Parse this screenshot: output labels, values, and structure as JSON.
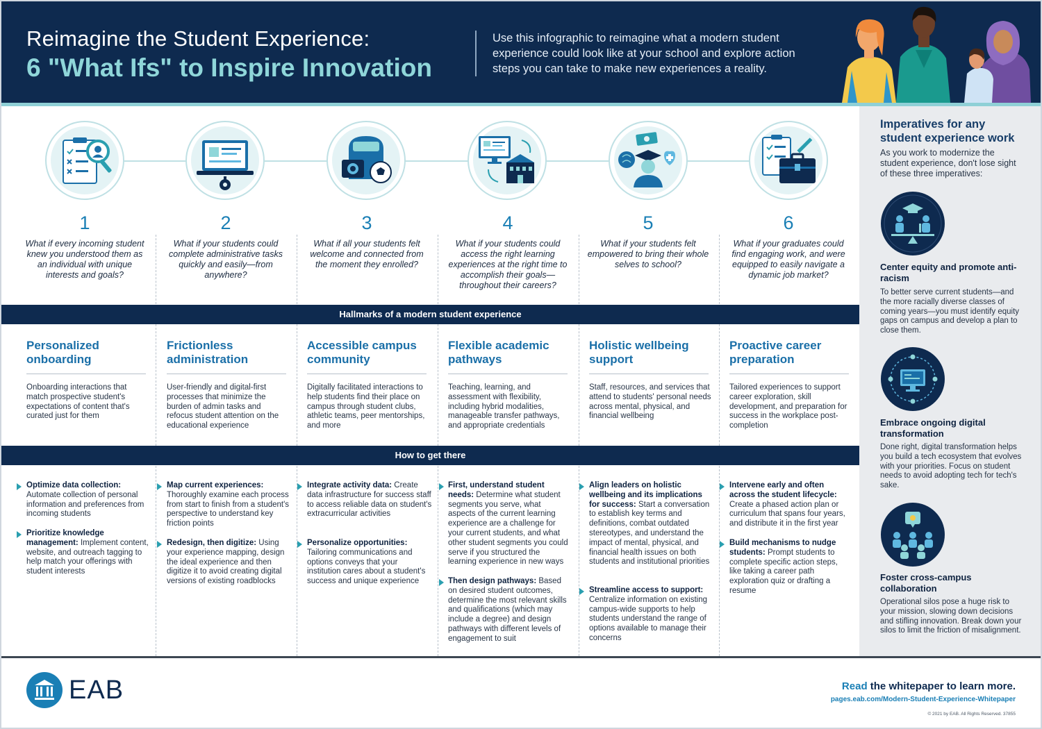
{
  "header": {
    "title_line1": "Reimagine the Student Experience:",
    "title_line2": "6 \"What Ifs\" to Inspire Innovation",
    "intro": "Use this infographic to reimagine what a modern student experience could look like at your school and explore action steps you can take to make new experiences a reality."
  },
  "colors": {
    "navy": "#0e2a4f",
    "teal": "#8fd6d9",
    "accent_blue": "#1a7fb5",
    "sidebar_bg": "#e9ebee"
  },
  "columns": [
    {
      "icon": "clipboard-magnifier-icon",
      "number": "1",
      "question": "What if every incoming student knew you understood them as an individual with unique interests and goals?",
      "hallmark_title": "Personalized onboarding",
      "hallmark_text": "Onboarding interactions that match prospective student's expectations of content that's curated just for them",
      "steps": [
        {
          "title": "Optimize data collection:",
          "text": " Automate collection of personal information and preferences from incoming students"
        },
        {
          "title": "Prioritize knowledge management:",
          "text": " Implement content, website, and outreach tagging to help match your offerings with student interests"
        }
      ]
    },
    {
      "icon": "laptop-gear-icon",
      "number": "2",
      "question": "What if your students could complete administrative tasks quickly and easily—from anywhere?",
      "hallmark_title": "Frictionless administration",
      "hallmark_text": "User-friendly and digital-first processes that minimize the burden of admin tasks and refocus student attention on the educational experience",
      "steps": [
        {
          "title": "Map current experiences:",
          "text": " Thoroughly examine each process from start to finish from a student's perspective to understand key friction points"
        },
        {
          "title": "Redesign, then digitize:",
          "text": " Using your experience mapping, design the ideal experience and then digitize it to avoid creating digital versions of existing roadblocks"
        }
      ]
    },
    {
      "icon": "backpack-soccer-ball-icon",
      "number": "3",
      "question": "What if all your students felt welcome and connected from the moment they enrolled?",
      "hallmark_title": "Accessible campus community",
      "hallmark_text": "Digitally facilitated interactions to help students find their place on campus through student clubs, athletic teams, peer mentorships, and more",
      "steps": [
        {
          "title": "Integrate activity data:",
          "text": " Create data infrastructure for success staff to access reliable data on student's extracurricular activities"
        },
        {
          "title": "Personalize opportunities:",
          "text": " Tailoring communications and options conveys that your institution cares about a student's success and unique experience"
        }
      ]
    },
    {
      "icon": "monitor-campus-icon",
      "number": "4",
      "question": "What if your students could access the right learning experiences at the right time to accomplish their goals—throughout their careers?",
      "hallmark_title": "Flexible academic pathways",
      "hallmark_text": "Teaching, learning, and assessment with flexibility, including hybrid modalities, manageable transfer pathways, and appropriate credentials",
      "steps": [
        {
          "title": "First, understand student needs:",
          "text": " Determine what student segments you serve, what aspects of the current learning experience are a challenge for your current students, and what other student segments you could serve if you structured the learning experience in new ways"
        },
        {
          "title": "Then design pathways:",
          "text": " Based on desired student outcomes, determine the most relevant skills and qualifications (which may include a degree) and design pathways with different levels of engagement to suit"
        }
      ]
    },
    {
      "icon": "graduate-wellbeing-icon",
      "number": "5",
      "question": "What if your students felt empowered to bring their whole selves to school?",
      "hallmark_title": "Holistic wellbeing support",
      "hallmark_text": "Staff, resources, and services that attend to students' personal needs across mental, physical, and financial wellbeing",
      "steps": [
        {
          "title": "Align leaders on holistic wellbeing and its implications for success:",
          "text": " Start a conversation to establish key terms and definitions, combat outdated stereotypes, and understand the impact of mental, physical, and financial health issues on both students and institutional priorities"
        },
        {
          "title": "Streamline access to support:",
          "text": " Centralize information on existing campus-wide supports to help students understand the range of options available to manage their concerns"
        }
      ]
    },
    {
      "icon": "clipboard-briefcase-icon",
      "number": "6",
      "question": "What if your graduates could find engaging work, and were equipped to easily navigate a dynamic job market?",
      "hallmark_title": "Proactive career preparation",
      "hallmark_text": "Tailored experiences to support career exploration, skill development, and preparation for success in the workplace post-completion",
      "steps": [
        {
          "title": "Intervene early and often across the student lifecycle:",
          "text": " Create a phased action plan or curriculum that spans four years, and distribute it in the first year"
        },
        {
          "title": "Build mechanisms to nudge students:",
          "text": " Prompt students to complete specific action steps, like taking a career path exploration quiz or drafting a resume"
        }
      ]
    }
  ],
  "bands": {
    "hallmarks": "Hallmarks of a modern student experience",
    "how": "How to get there"
  },
  "sidebar": {
    "title": "Imperatives for any student experience work",
    "intro": "As you work to modernize the student experience, don't lose sight of these three imperatives:",
    "imperatives": [
      {
        "icon": "equity-balance-icon",
        "title": "Center equity and promote anti-racism",
        "text": "To better serve current students—and the more racially diverse classes of coming years—you must identify equity gaps on campus and develop a plan to close them."
      },
      {
        "icon": "digital-network-icon",
        "title": "Embrace ongoing digital transformation",
        "text": "Done right, digital transformation helps you build a tech ecosystem that evolves with your priorities. Focus on student needs to avoid adopting tech for tech's sake."
      },
      {
        "icon": "collaboration-group-icon",
        "title": "Foster cross-campus collaboration",
        "text": "Operational silos pose a huge risk to your mission, slowing down decisions and stifling innovation. Break down your silos to limit the friction of misalignment."
      }
    ]
  },
  "footer": {
    "brand": "EAB",
    "read_word": "Read",
    "read_rest": " the whitepaper to learn more.",
    "url": "pages.eab.com/Modern-Student-Experience-Whitepaper",
    "copyright": "© 2021 by EAB. All Rights Reserved. 37855"
  }
}
